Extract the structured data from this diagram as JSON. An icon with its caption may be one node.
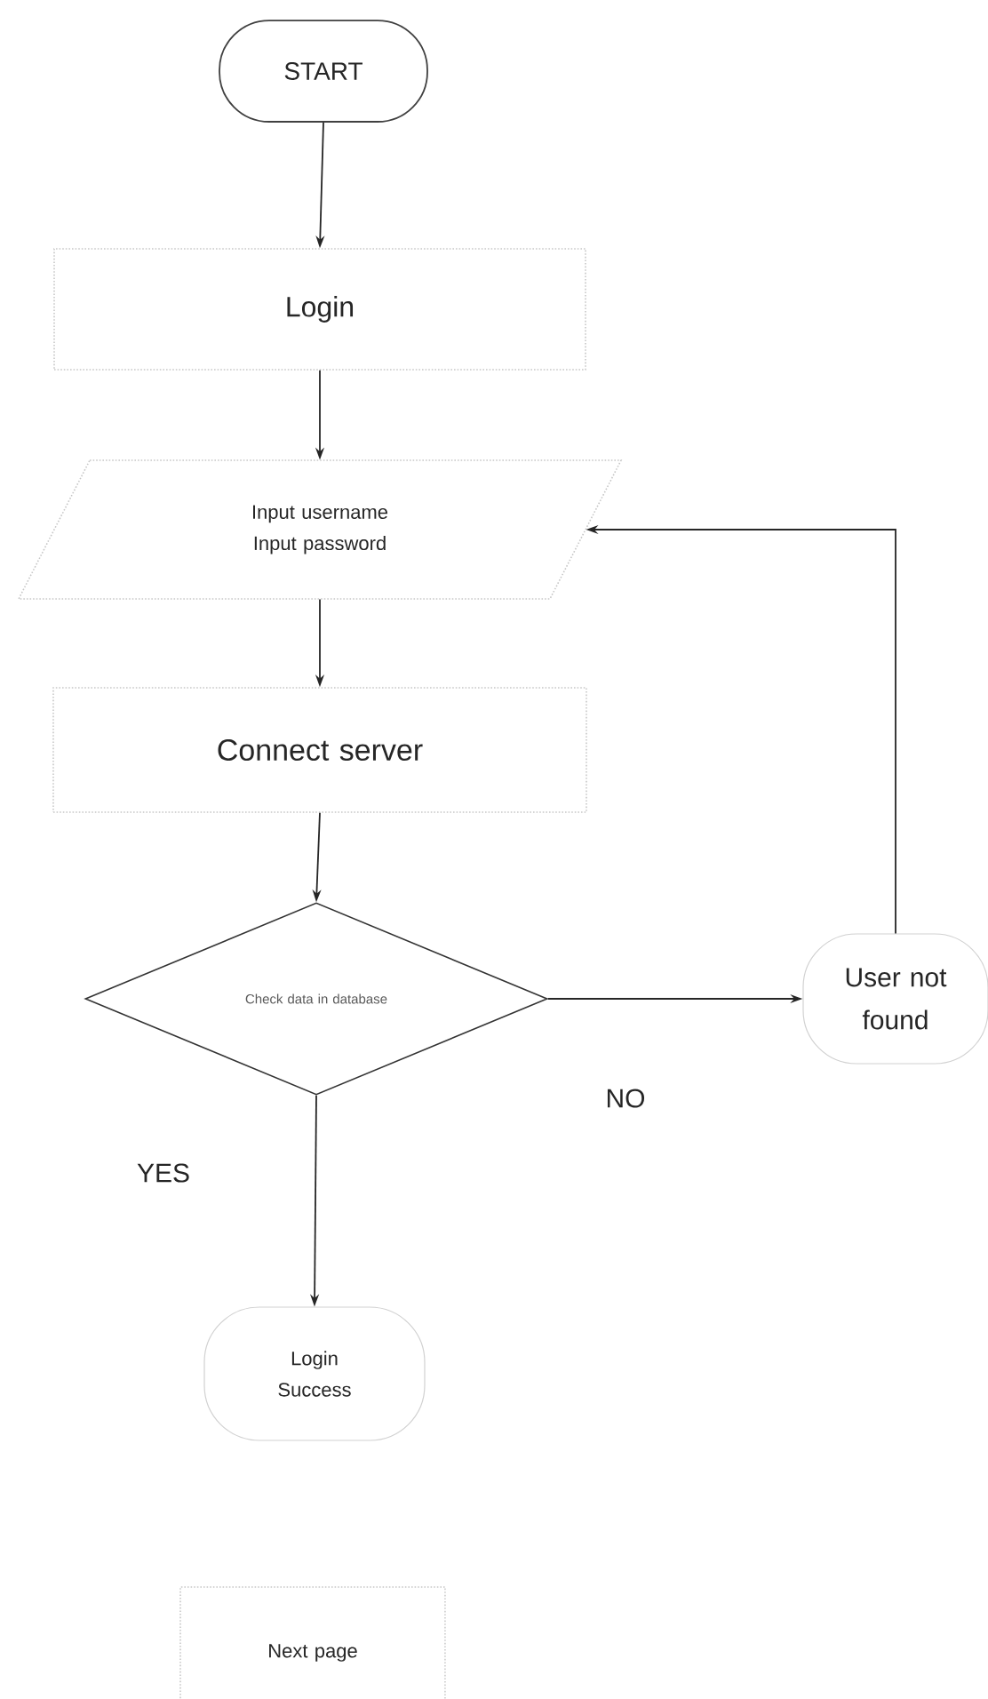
{
  "diagram": {
    "nodes": [
      {
        "text": [
          "START"
        ]
      },
      {
        "text": [
          "Login"
        ]
      },
      {
        "text": [
          "Input username Input password"
        ]
      },
      {
        "text": [
          "Connect server"
        ]
      },
      {
        "text": [
          "Check data in database"
        ]
      },
      {
        "text": [
          "User not found"
        ]
      },
      {
        "text": [
          "Login Success"
        ]
      },
      {
        "text": [
          "Next page"
        ]
      }
    ],
    "edges": [
      {
        "from": 0,
        "to": 1,
        "arrow": "to"
      },
      {
        "from": 1,
        "to": 2,
        "arrow": "to"
      },
      {
        "from": 2,
        "to": 3,
        "arrow": "to"
      },
      {
        "from": 3,
        "to": 4,
        "arrow": "to"
      },
      {
        "from": 4,
        "to": 5,
        "arrow": "to",
        "label": "NO"
      },
      {
        "from": 4,
        "to": 6,
        "arrow": "to",
        "label": "YES"
      },
      {
        "from": 5,
        "to": 2,
        "arrow": "to"
      }
    ]
  }
}
